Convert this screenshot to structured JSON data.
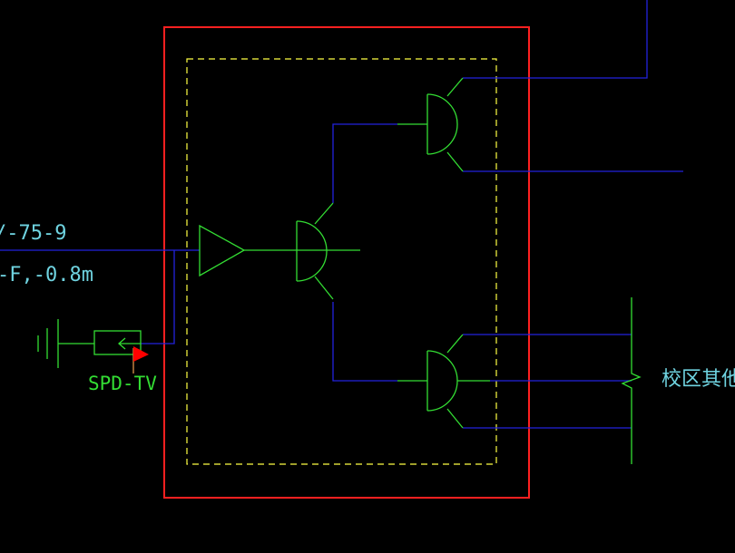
{
  "labels": {
    "cable_type": "/-75-9",
    "laying": "-F,-0.8m",
    "spd": "SPD-TV",
    "destination": "校区其他楼"
  },
  "colors": {
    "background": "#000000",
    "cabinet_border": "#ff2020",
    "enclosure_dashed": "#ffff44",
    "device": "#33dd33",
    "cable": "#2222dd",
    "label_cyan": "#6fd3e0",
    "flag": "#ff0000"
  },
  "components": [
    "amplifier",
    "splitter-1",
    "splitter-2",
    "splitter-3",
    "surge-protector",
    "ground-symbol",
    "red-flag-marker"
  ]
}
